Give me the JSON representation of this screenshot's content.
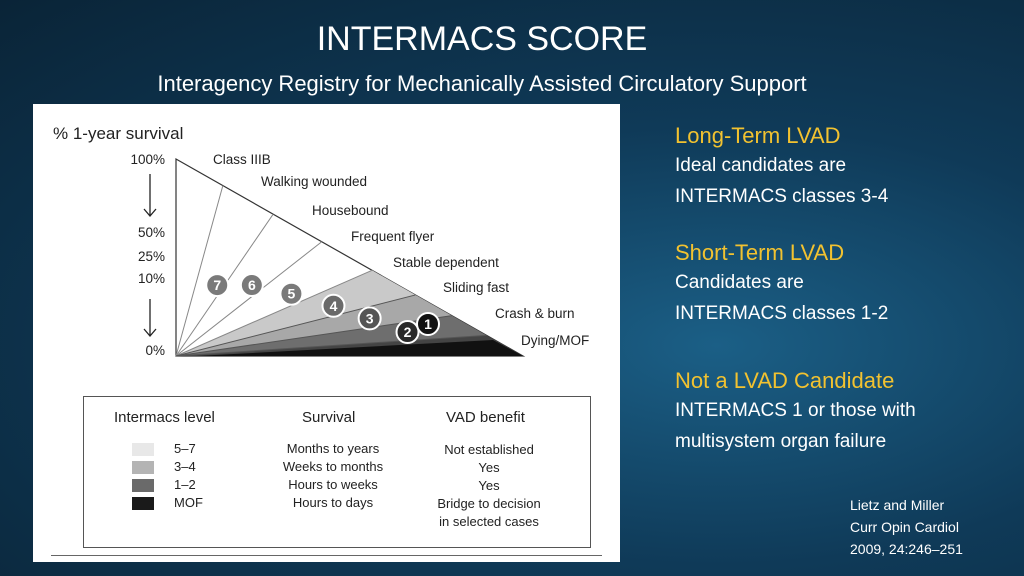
{
  "slide": {
    "title": "INTERMACS SCORE",
    "subtitle": "Interagency Registry for Mechanically Assisted Circulatory Support"
  },
  "diagram": {
    "yaxis_title": "% 1-year survival",
    "yaxis_labels": [
      "100%",
      "50%",
      "25%",
      "10%",
      "0%"
    ],
    "profiles": [
      {
        "badge": "",
        "label": "Class IIIB",
        "shade": "#ffffff"
      },
      {
        "badge": "7",
        "label": "Walking wounded",
        "shade": "#ffffff"
      },
      {
        "badge": "6",
        "label": "Housebound",
        "shade": "#ffffff"
      },
      {
        "badge": "5",
        "label": "Frequent flyer",
        "shade": "#ffffff"
      },
      {
        "badge": "4",
        "label": "Stable dependent",
        "shade": "#c9c9c9"
      },
      {
        "badge": "3",
        "label": "Sliding fast",
        "shade": "#a8a8a8"
      },
      {
        "badge": "2",
        "label": "Crash & burn",
        "shade": "#6e6e6e"
      },
      {
        "badge": "1",
        "label": "Dying/MOF",
        "shade": "#444444"
      }
    ]
  },
  "legend": {
    "headers": [
      "Intermacs level",
      "Survival",
      "VAD benefit"
    ],
    "rows": [
      {
        "level": "5–7",
        "survival": "Months to years",
        "vad": [
          "Not established"
        ],
        "color": "#e8e8e8"
      },
      {
        "level": "3–4",
        "survival": "Weeks to months",
        "vad": [
          "Yes"
        ],
        "color": "#b4b4b4"
      },
      {
        "level": "1–2",
        "survival": "Hours to weeks",
        "vad": [
          "Yes"
        ],
        "color": "#6a6a6a"
      },
      {
        "level": "MOF",
        "survival": "Hours to days",
        "vad": [
          "Bridge to decision",
          "in selected cases"
        ],
        "color": "#1a1a1a"
      }
    ]
  },
  "right": {
    "sections": [
      {
        "heading": "Long-Term LVAD",
        "body": [
          "Ideal candidates are",
          "INTERMACS classes 3-4"
        ]
      },
      {
        "heading": "Short-Term LVAD",
        "body": [
          "Candidates are",
          "INTERMACS classes 1-2"
        ]
      },
      {
        "heading": "Not a LVAD Candidate",
        "body": [
          "INTERMACS 1 or those  with",
          "multisystem organ failure"
        ]
      }
    ]
  },
  "citation": [
    "Lietz and Miller",
    "Curr Opin Cardiol",
    "2009, 24:246–251"
  ],
  "colors": {
    "heading_accent": "#f2c230",
    "text": "#ffffff"
  }
}
